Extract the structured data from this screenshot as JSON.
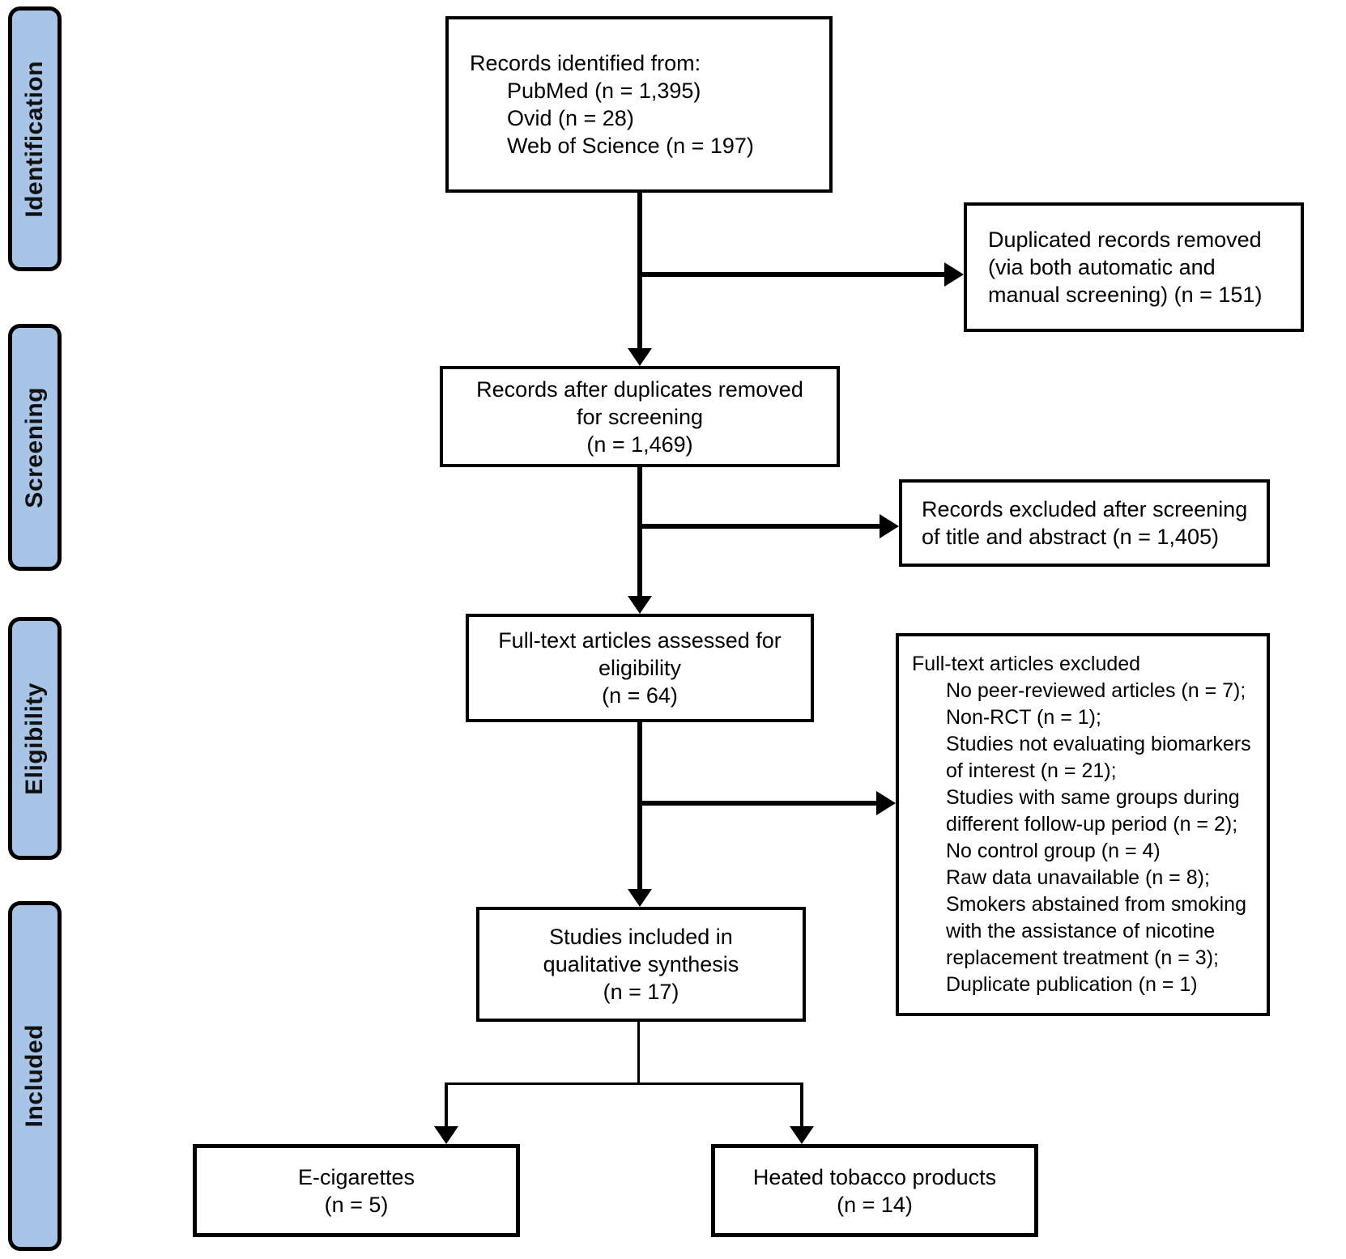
{
  "figure": {
    "type": "prisma-flow-diagram",
    "colors": {
      "stage_fill": "#a8c5e8",
      "box_border": "#000000",
      "text": "#000000",
      "background": "#ffffff"
    }
  },
  "sidebar": {
    "stages": [
      {
        "label": "Identification"
      },
      {
        "label": "Screening"
      },
      {
        "label": "Eligibility"
      },
      {
        "label": "Included"
      }
    ]
  },
  "boxes": {
    "identified": {
      "title": "Records identified from:",
      "sources": [
        "PubMed (n = 1,395)",
        "Ovid (n = 28)",
        "Web of Science (n = 197)"
      ]
    },
    "duplicates_removed": {
      "lines": [
        "Duplicated records removed",
        "(via both automatic and",
        "manual screening) (n = 151)"
      ]
    },
    "after_duplicates": {
      "lines": [
        "Records after duplicates removed",
        "for screening",
        "(n = 1,469)"
      ]
    },
    "records_excluded": {
      "lines": [
        "Records excluded after screening",
        "of title and abstract (n = 1,405)"
      ]
    },
    "fulltext_assessed": {
      "lines": [
        "Full-text articles assessed for",
        "eligibility",
        "(n = 64)"
      ]
    },
    "fulltext_excluded": {
      "title": "Full-text articles excluded",
      "reasons": [
        {
          "lines": [
            "No peer-reviewed articles (n = 7);"
          ]
        },
        {
          "lines": [
            "Non-RCT (n = 1);"
          ]
        },
        {
          "lines": [
            "Studies not evaluating biomarkers",
            "of interest (n = 21);"
          ]
        },
        {
          "lines": [
            "Studies with same groups during",
            "different follow-up period (n = 2);"
          ]
        },
        {
          "lines": [
            "No control group (n = 4)"
          ]
        },
        {
          "lines": [
            "Raw data unavailable (n = 8);"
          ]
        },
        {
          "lines": [
            "Smokers abstained from smoking",
            "with the assistance of nicotine",
            "replacement treatment (n = 3);"
          ]
        },
        {
          "lines": [
            "Duplicate publication (n = 1)"
          ]
        }
      ]
    },
    "qualitative_synthesis": {
      "lines": [
        "Studies included in",
        "qualitative synthesis",
        "(n = 17)"
      ]
    },
    "ecigarettes": {
      "lines": [
        "E-cigarettes",
        "(n = 5)"
      ]
    },
    "heated_tobacco": {
      "lines": [
        "Heated tobacco products",
        "(n = 14)"
      ]
    }
  }
}
